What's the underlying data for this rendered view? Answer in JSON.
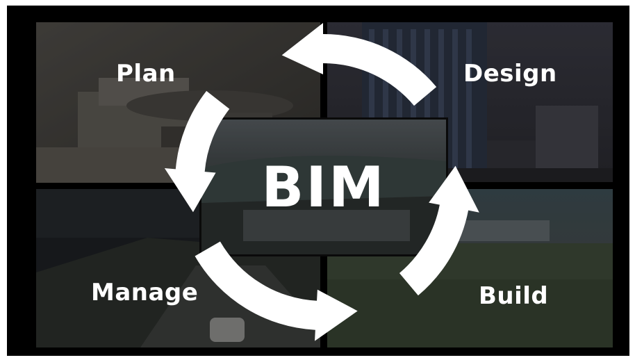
{
  "stages": {
    "plan": "Plan",
    "design": "Design",
    "manage": "Manage",
    "build": "Build"
  },
  "center": {
    "title": "BIM"
  },
  "icons": {
    "cycle_arrow": "curved-arrow-icon"
  },
  "colors": {
    "frame": "#000000",
    "label": "#ffffff",
    "arrow": "#ffffff"
  }
}
